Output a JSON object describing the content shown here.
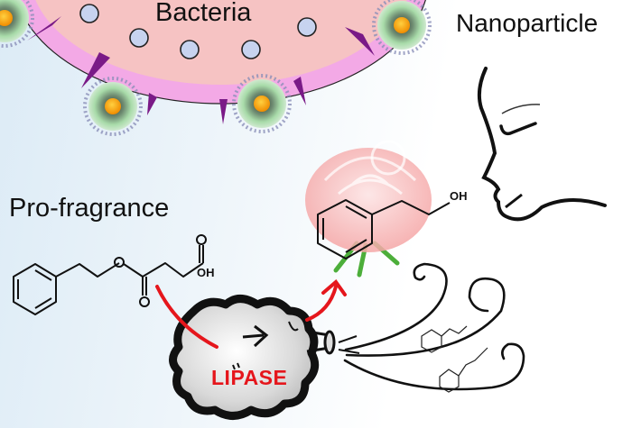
{
  "figure": {
    "type": "graphical-abstract",
    "labels": {
      "bacteria": "Bacteria",
      "nanoparticle": "Nanoparticle",
      "pro_fragrance": "Pro-fragrance",
      "enzyme": "LIPASE"
    },
    "molecules": {
      "pro_fragrance_terminal_group": "OH",
      "released_fragrance_terminal_group": "OH"
    },
    "icons": [
      "bacterium-cell",
      "nanoparticle",
      "enzyme-cloud",
      "reaction-arrow",
      "rose",
      "face-profile",
      "scent-swirl",
      "benzene-ring"
    ],
    "colors": {
      "bacteria_fill": "#f6c3c3",
      "membrane": "#f3a9e6",
      "spike": "#7a1a87",
      "nanoparticle_shell": "#9ed7a0",
      "nanoparticle_core": "#f7a600",
      "vesicle": "#c7d3ef",
      "arrow": "#e5161c",
      "lipase_text": "#e5161c"
    }
  }
}
